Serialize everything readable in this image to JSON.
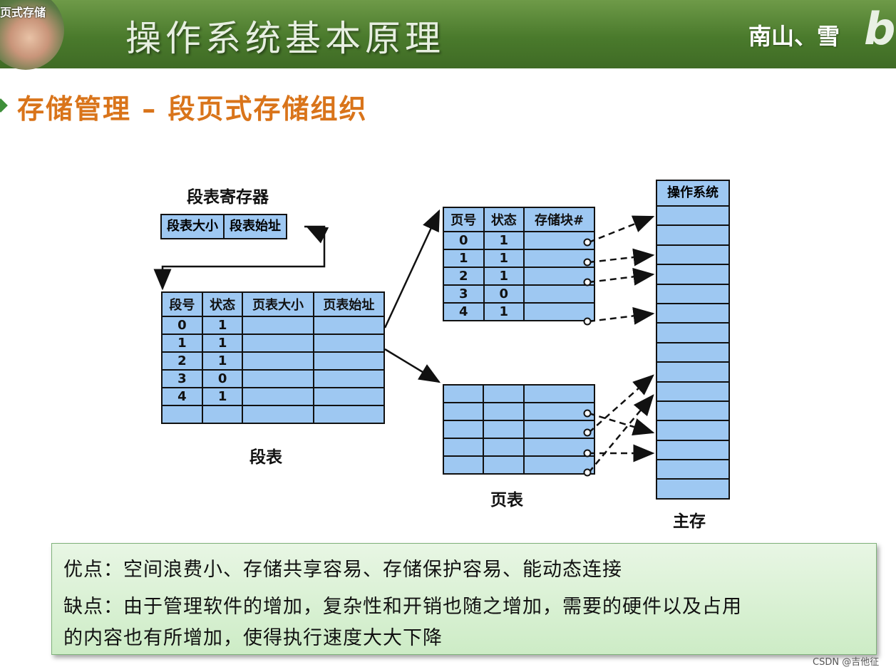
{
  "header": {
    "corner_tag": "页式存储",
    "title": "操作系统基本原理",
    "author": "南山、雪",
    "brand": "bi"
  },
  "subtitle": "存储管理 – 段页式存储组织",
  "diagram": {
    "register": {
      "label": "段表寄存器",
      "fields": [
        "段表大小",
        "段表始址"
      ]
    },
    "segment_table": {
      "caption": "段表",
      "headers": [
        "段号",
        "状态",
        "页表大小",
        "页表始址"
      ],
      "rows": [
        [
          "0",
          "1",
          "",
          ""
        ],
        [
          "1",
          "1",
          "",
          ""
        ],
        [
          "2",
          "1",
          "",
          ""
        ],
        [
          "3",
          "0",
          "",
          ""
        ],
        [
          "4",
          "1",
          "",
          ""
        ],
        [
          "",
          "",
          "",
          ""
        ]
      ]
    },
    "page_table_1": {
      "headers": [
        "页号",
        "状态",
        "存储块#"
      ],
      "rows": [
        [
          "0",
          "1",
          ""
        ],
        [
          "1",
          "1",
          ""
        ],
        [
          "2",
          "1",
          ""
        ],
        [
          "3",
          "0",
          ""
        ],
        [
          "4",
          "1",
          ""
        ]
      ]
    },
    "page_table_2": {
      "caption": "页表",
      "rows": [
        [
          "",
          "",
          ""
        ],
        [
          "",
          "",
          ""
        ],
        [
          "",
          "",
          ""
        ],
        [
          "",
          "",
          ""
        ],
        [
          "",
          "",
          ""
        ]
      ]
    },
    "memory": {
      "caption": "主存",
      "header": "操作系统",
      "block_count": 15
    }
  },
  "notes": {
    "pros": "优点：空间浪费小、存储共享容易、存储保护容易、能动态连接",
    "cons_line1": "缺点：由于管理软件的增加，复杂性和开销也随之增加，需要的硬件以及占用",
    "cons_line2": "的内容也有所增加，使得执行速度大大下降"
  },
  "watermark": "CSDN @吉他征",
  "colors": {
    "banner": "#4a7a2c",
    "cell_fill": "#9ec8f2",
    "subtitle": "#d9741a",
    "note_bg": "#cdecc6"
  }
}
